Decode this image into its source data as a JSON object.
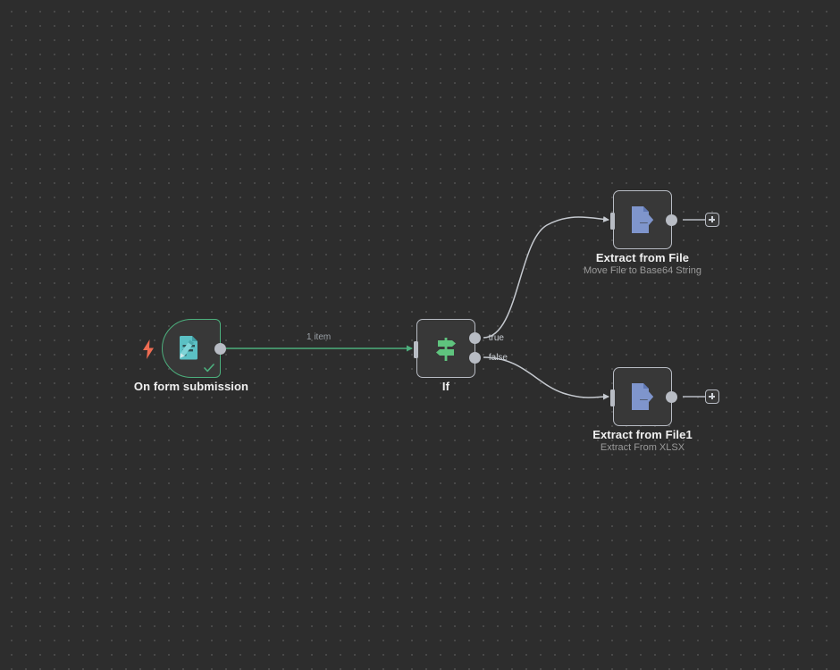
{
  "canvas": {
    "background_color": "#2d2d2d",
    "dot_color": "#4a4a4a",
    "grid_size": 16
  },
  "colors": {
    "node_fill": "#383838",
    "node_border": "#b8bcc4",
    "trigger_border": "#4caf7d",
    "success_green": "#4caf7d",
    "connection_green": "#4caf7d",
    "connection_gray": "#c5c9cf",
    "title_text": "#f0f0f0",
    "subtitle_text": "#9a9a9a",
    "trigger_icon": "#5bc0c4",
    "if_icon": "#5fc47e",
    "extract_icon": "#7f95cc",
    "bolt": "#ef6c52"
  },
  "nodes": [
    {
      "id": "trigger",
      "title": "On form submission",
      "subtitle": "",
      "icon": "form-document-pencil-icon",
      "type": "trigger",
      "status": "success"
    },
    {
      "id": "if",
      "title": "If",
      "subtitle": "",
      "icon": "signpost-icon",
      "type": "conditional",
      "outputs": [
        "true",
        "false"
      ]
    },
    {
      "id": "extract-0",
      "title": "Extract from File",
      "subtitle": "Move File to Base64 String",
      "icon": "file-export-arrow-icon",
      "type": "action"
    },
    {
      "id": "extract-1",
      "title": "Extract from File1",
      "subtitle": "Extract From XLSX",
      "icon": "file-export-arrow-icon",
      "type": "action"
    }
  ],
  "connections": [
    {
      "from": "trigger",
      "to": "if",
      "label": "1 item",
      "color": "green"
    },
    {
      "from": "if",
      "output": "true",
      "to": "extract-0",
      "label": "",
      "color": "gray"
    },
    {
      "from": "if",
      "output": "false",
      "to": "extract-1",
      "label": "",
      "color": "gray"
    }
  ],
  "ports": {
    "true_label": "true",
    "false_label": "false"
  },
  "add_buttons": [
    {
      "id": "add-after-extract-0",
      "label": "+"
    },
    {
      "id": "add-after-extract-1",
      "label": "+"
    }
  ]
}
